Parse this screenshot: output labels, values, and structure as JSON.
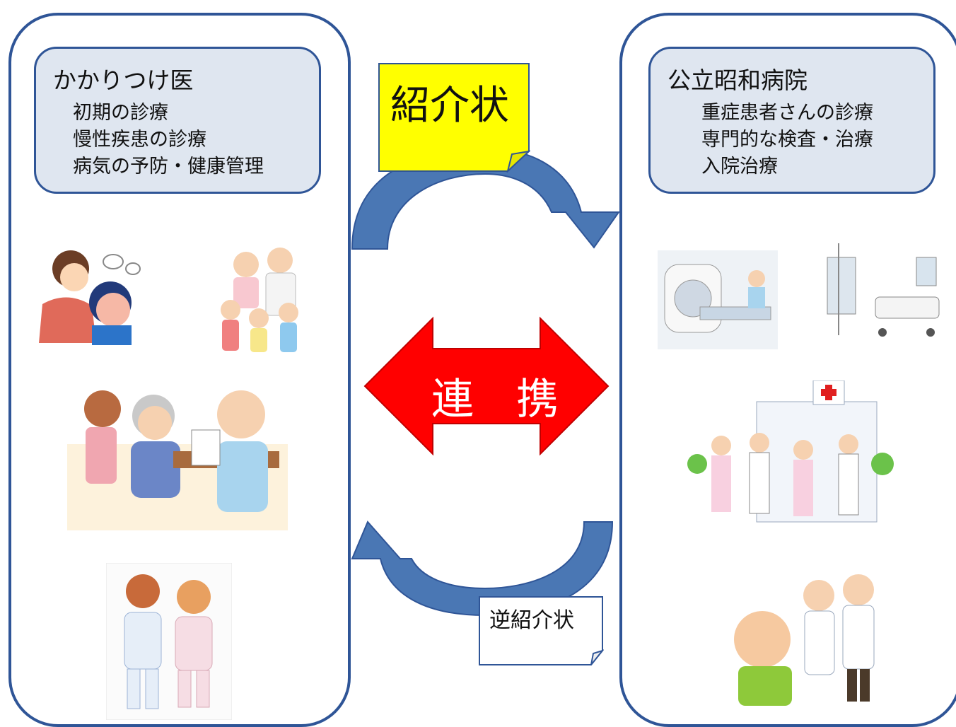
{
  "left_panel": {
    "title": "かかりつけ医",
    "items": [
      "初期の診療",
      "慢性疾患の診療",
      "病気の予防・健康管理"
    ]
  },
  "right_panel": {
    "title": "公立昭和病院",
    "items": [
      "重症患者さんの診療",
      "専門的な検査・治療",
      "入院治療"
    ]
  },
  "referral_note": "紹介状",
  "reverse_referral_note": "逆紹介状",
  "cooperation_label": "連　携",
  "colors": {
    "panel_border": "#2f5597",
    "info_fill": "#dfe6f0",
    "arrow_blue": "#4a77b4",
    "note_yellow": "#ffff00",
    "center_red": "#ff0000"
  },
  "illustrations": {
    "left": [
      "sick-child-with-mother-icon",
      "family-with-nurse-and-doctor-icon",
      "doctor-examining-elderly-man-icon",
      "elderly-couple-walking-icon"
    ],
    "right": [
      "mri-scanner-icon",
      "hospital-bed-and-equipment-icon",
      "hospital-staff-icon",
      "happy-patient-with-nurse-and-doctor-icon"
    ]
  }
}
